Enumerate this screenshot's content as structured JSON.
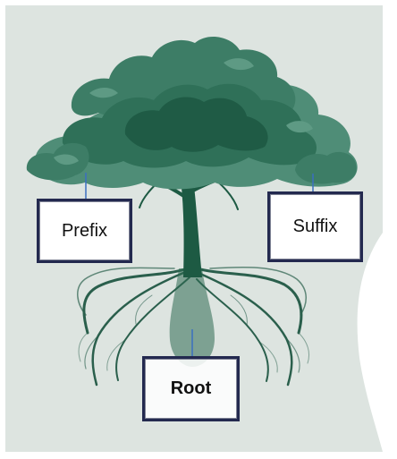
{
  "labels": {
    "prefix": "Prefix",
    "suffix": "Suffix",
    "root": "Root"
  },
  "colors": {
    "panel_background": "#dde4e0",
    "canopy_dark": "#1f5b45",
    "canopy_mid": "#2f7058",
    "canopy_light": "#4f8d77",
    "trunk": "#1d5a43",
    "roots": "#2a5f4c",
    "box_border": "#23294f",
    "connector": "#3b6fc0"
  },
  "icons": {
    "tree": "tree-illustration"
  }
}
